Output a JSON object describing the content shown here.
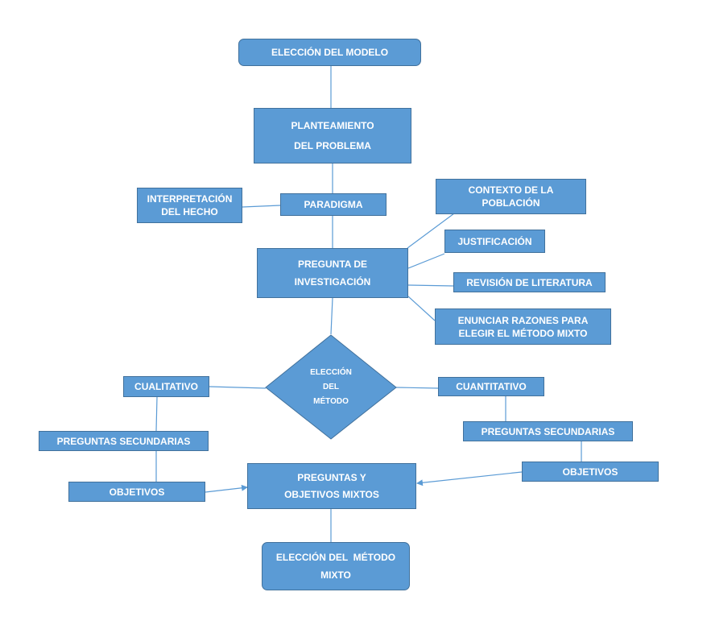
{
  "colors": {
    "box_fill": "#5b9bd5",
    "box_border": "#41719c",
    "connector": "#5b9bd5",
    "text": "#ffffff"
  },
  "nodes": {
    "eleccion_modelo": "ELECCIÓN DEL MODELO",
    "planteamiento": {
      "line1": "PLANTEAMIENTO",
      "line2": "DEL PROBLEMA"
    },
    "interpretacion": {
      "line1": "INTERPRETACIÓN",
      "line2": "DEL HECHO"
    },
    "paradigma": "PARADIGMA",
    "contexto": {
      "line1": "CONTEXTO DE LA",
      "line2": "POBLACIÓN"
    },
    "justificacion": "JUSTIFICACIÓN",
    "pregunta": {
      "line1": "PREGUNTA DE",
      "line2": "INVESTIGACIÓN"
    },
    "revision": "REVISIÓN DE LITERATURA",
    "enunciar": {
      "line1": "ENUNCIAR RAZONES PARA",
      "line2": "ELEGIR EL MÉTODO MIXTO"
    },
    "eleccion_metodo": {
      "line1": "ELECCIÓN",
      "line2": "DEL",
      "line3": "MÉTODO"
    },
    "cualitativo": "CUALITATIVO",
    "cuantitativo": "CUANTITATIVO",
    "preguntas_sec_izq": "PREGUNTAS SECUNDARIAS",
    "preguntas_sec_der": "PREGUNTAS SECUNDARIAS",
    "objetivos_izq": "OBJETIVOS",
    "objetivos_der": "OBJETIVOS",
    "preguntas_mixtos": {
      "line1": "PREGUNTAS Y",
      "line2": "OBJETIVOS MIXTOS"
    },
    "eleccion_mixto": {
      "line1": "ELECCIÓN DEL  MÉTODO",
      "line2": "MIXTO"
    }
  }
}
